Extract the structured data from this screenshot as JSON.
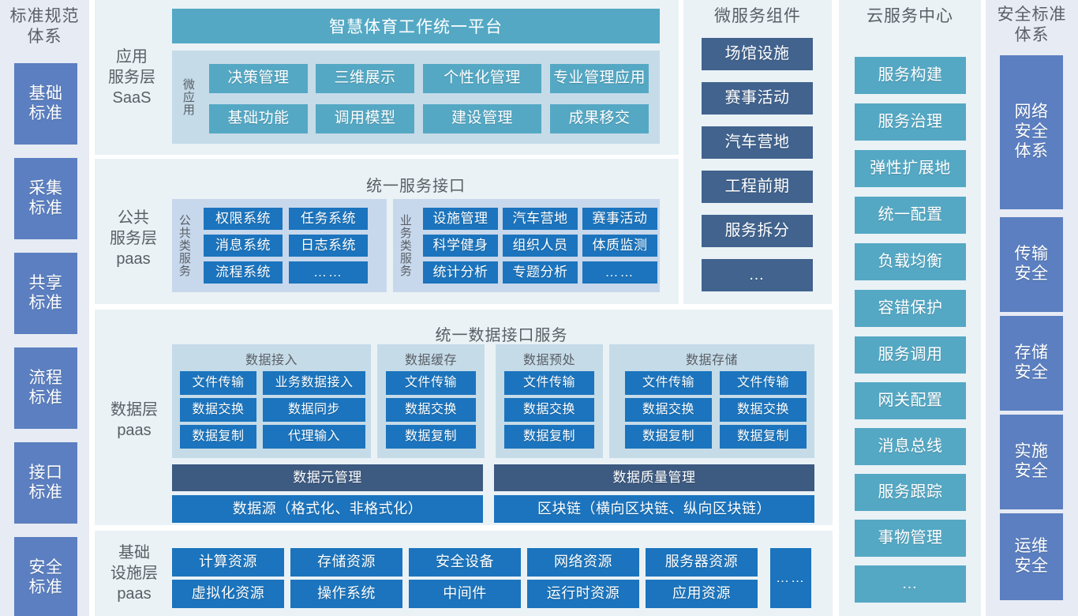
{
  "left_sidebar": {
    "title": "标准规范\n体系",
    "title_line1": "标准规范",
    "title_line2": "体系",
    "items": [
      {
        "l1": "基础",
        "l2": "标准"
      },
      {
        "l1": "采集",
        "l2": "标准"
      },
      {
        "l1": "共享",
        "l2": "标准"
      },
      {
        "l1": "流程",
        "l2": "标准"
      },
      {
        "l1": "接口",
        "l2": "标准"
      },
      {
        "l1": "安全",
        "l2": "标准"
      }
    ]
  },
  "right_sidebar": {
    "title_line1": "安全标准",
    "title_line2": "体系",
    "items": [
      {
        "l1": "网络",
        "l2": "安全",
        "l3": "体系"
      },
      {
        "l1": "传输",
        "l2": "安全",
        "l3": ""
      },
      {
        "l1": "存储",
        "l2": "安全",
        "l3": ""
      },
      {
        "l1": "实施",
        "l2": "安全",
        "l3": ""
      },
      {
        "l1": "运维",
        "l2": "安全",
        "l3": ""
      }
    ]
  },
  "app_layer": {
    "label_lines": [
      "应用",
      "服务层",
      "SaaS"
    ],
    "banner": "智慧体育工作统一平台",
    "vlabel": "微应用",
    "row1": [
      "决策管理",
      "三维展示",
      "个性化管理",
      "专业管理应用"
    ],
    "row2": [
      "基础功能",
      "调用模型",
      "建设管理",
      "成果移交"
    ]
  },
  "service_layer": {
    "label_lines": [
      "公共",
      "服务层",
      "paas"
    ],
    "title": "统一服务接口",
    "group_a": {
      "vlabel": "公共类服务",
      "items": [
        "权限系统",
        "任务系统",
        "消息系统",
        "日志系统",
        "流程系统",
        "……"
      ]
    },
    "group_b": {
      "vlabel": "业务类服务",
      "items": [
        "设施管理",
        "汽车营地",
        "赛事活动",
        "科学健身",
        "组织人员",
        "体质监测",
        "统计分析",
        "专题分析",
        "……"
      ]
    }
  },
  "data_layer": {
    "label_lines": [
      "数据层",
      "paas"
    ],
    "title": "统一数据接口服务",
    "groups": [
      {
        "title": "数据接入",
        "items": [
          "文件传输",
          "业务数据接入",
          "数据交换",
          "数据同步",
          "数据复制",
          "代理输入"
        ],
        "cols": 2
      },
      {
        "title": "数据缓存",
        "items": [
          "文件传输",
          "数据交换",
          "数据复制"
        ],
        "cols": 1
      },
      {
        "title": "数据预处",
        "items": [
          "文件传输",
          "数据交换",
          "数据复制"
        ],
        "cols": 1
      },
      {
        "title": "数据存储",
        "items": [
          "文件传输",
          "文件传输",
          "数据交换",
          "数据交换",
          "数据复制",
          "数据复制"
        ],
        "cols": 2
      }
    ],
    "mgmt_left": "数据元管理",
    "mgmt_right": "数据质量管理",
    "source_left": "数据源（格式化、非格式化）",
    "source_right": "区块链（横向区块链、纵向区块链）"
  },
  "infra_layer": {
    "label_lines": [
      "基础",
      "设施层",
      "paas"
    ],
    "row1": [
      "计算资源",
      "存储资源",
      "安全设备",
      "网络资源",
      "服务器资源"
    ],
    "row2": [
      "虚拟化资源",
      "操作系统",
      "中间件",
      "运行时资源",
      "应用资源"
    ],
    "more": "……"
  },
  "microservice": {
    "title": "微服务组件",
    "items": [
      "场馆设施",
      "赛事活动",
      "汽车营地",
      "工程前期",
      "服务拆分",
      "…"
    ]
  },
  "cloud_center": {
    "title": "云服务中心",
    "items": [
      "服务构建",
      "服务治理",
      "弹性扩展地",
      "统一配置",
      "负载均衡",
      "容错保护",
      "服务调用",
      "网关配置",
      "消息总线",
      "服务跟踪",
      "事物管理",
      "…"
    ]
  },
  "colors": {
    "deep_blue": "#1b74bd",
    "teal": "#54a8c4",
    "slate": "#41638e",
    "periwinkle": "#5b7fc0",
    "navy": "#3d5a80",
    "panel_bg": "#eaf2f6",
    "std_panel_bg": "#e7ebf4",
    "group_bg": "#c8d8ec"
  }
}
